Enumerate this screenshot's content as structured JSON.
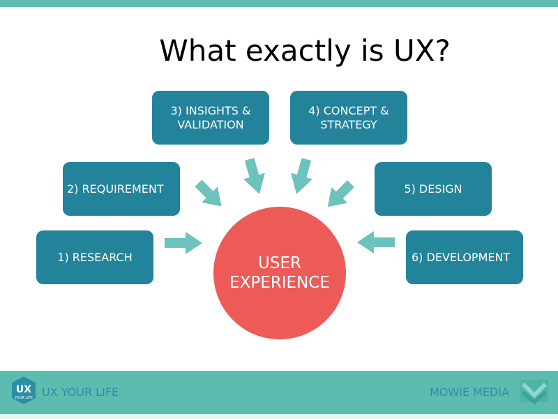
{
  "slide": {
    "title": "What exactly is UX?"
  },
  "diagram": {
    "center": {
      "line1": "USER",
      "line2": "EXPERIENCE"
    },
    "steps": [
      {
        "id": 1,
        "label": "1) RESEARCH"
      },
      {
        "id": 2,
        "label": "2) REQUIREMENT"
      },
      {
        "id": 3,
        "line1": "3) INSIGHTS &",
        "line2": "VALIDATION"
      },
      {
        "id": 4,
        "line1": "4) CONCEPT &",
        "line2": "STRATEGY"
      },
      {
        "id": 5,
        "label": "5) DESIGN"
      },
      {
        "id": 6,
        "label": "6) DEVELOPMENT"
      }
    ]
  },
  "footer": {
    "left_text": "UX YOUR LIFE",
    "right_text": "MOWIE MEDIA",
    "logo_letters": "UX",
    "logo_subtext": "YOUR LIFE"
  },
  "colors": {
    "teal_box": "#23839a",
    "teal_bar": "#5dbcb0",
    "arrow": "#6cc3bc",
    "circle": "#ec5b57",
    "footer_text": "#2a8fa5"
  }
}
